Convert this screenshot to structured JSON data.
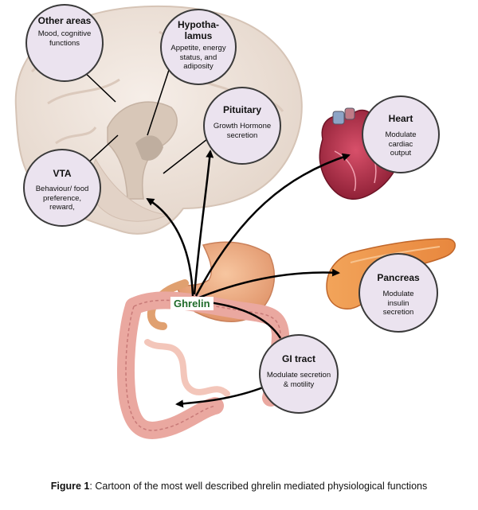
{
  "hub": {
    "label": "Ghrelin"
  },
  "nodes": {
    "other_areas": {
      "title": "Other areas",
      "desc": "Mood, cognitive functions"
    },
    "hypothalamus": {
      "title": "Hypotha-lamus",
      "desc": "Appetite, energy status, and adiposity"
    },
    "pituitary": {
      "title": "Pituitary",
      "desc": "Growth Hormone secretion"
    },
    "heart": {
      "title": "Heart",
      "desc": "Modulate cardiac output"
    },
    "vta": {
      "title": "VTA",
      "desc": "Behaviour/ food preference, reward,"
    },
    "pancreas": {
      "title": "Pancreas",
      "desc": "Modulate insulin secretion"
    },
    "gi_tract": {
      "title": "GI tract",
      "desc": "Modulate secretion & motility"
    }
  },
  "caption": {
    "label": "Figure 1",
    "text": ": Cartoon of the most well described ghrelin mediated physiological functions"
  },
  "colors": {
    "node_fill": "#ebe3ef",
    "node_border": "#3a3a3a",
    "hub_text": "#1f6b2a",
    "arrow": "#000000"
  }
}
